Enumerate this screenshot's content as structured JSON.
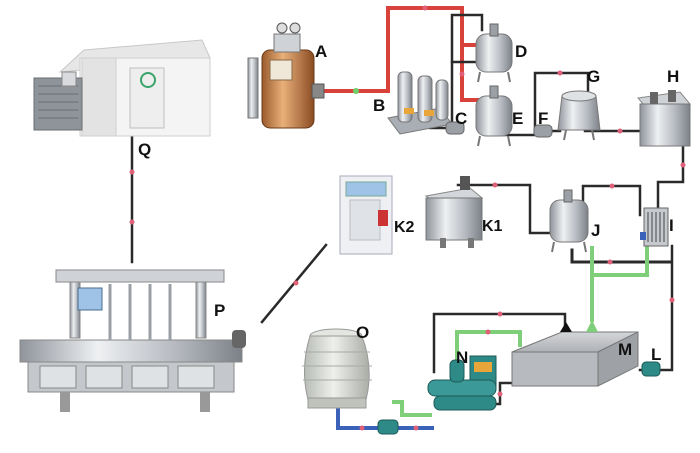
{
  "diagram": {
    "labels": {
      "A": "A",
      "B": "B",
      "C": "C",
      "D": "D",
      "E": "E",
      "F": "F",
      "G": "G",
      "H": "H",
      "I": "I",
      "J": "J",
      "K1": "K1",
      "K2": "K2",
      "L": "L",
      "M": "M",
      "N": "N",
      "O": "O",
      "P": "P",
      "Q": "Q"
    },
    "colors": {
      "steam_pipe": "#d9423a",
      "cooling_pipe": "#7fcf7a",
      "water_pipe": "#3a62b8",
      "product_pipe": "#222222",
      "flow_marker": "#e0607a",
      "tank_steel": "#c9ccd1",
      "room_panel": "#f2f2f2",
      "ice_pool": "#b9bcc1",
      "cooling_tower": "#d8dbd6",
      "chiller": "#2e8a87"
    }
  }
}
